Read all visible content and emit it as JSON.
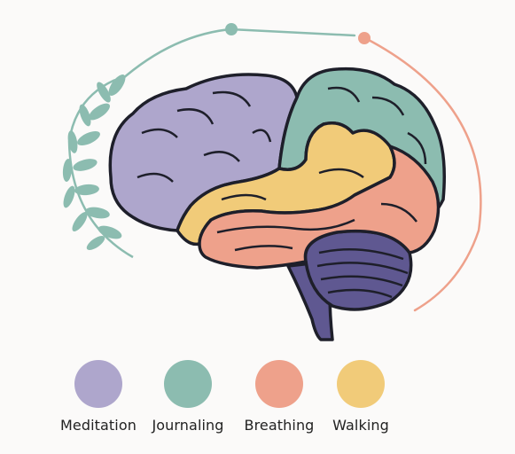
{
  "colors": {
    "meditation": "#aea6cc",
    "journaling": "#8cbcb0",
    "breathing": "#eea18b",
    "walking": "#f1cb79",
    "brainstem": "#5f5891",
    "outline": "#1e1f2a",
    "teal_arc": "#8cbcb0",
    "coral_arc": "#eea18b",
    "laurel": "#8cbcb0"
  },
  "legend": {
    "items": [
      {
        "key": "meditation",
        "label": "Meditation",
        "icon": "circle-swatch"
      },
      {
        "key": "journaling",
        "label": "Journaling",
        "icon": "circle-swatch"
      },
      {
        "key": "breathing",
        "label": "Breathing",
        "icon": "circle-swatch"
      },
      {
        "key": "walking",
        "label": "Walking",
        "icon": "circle-swatch"
      }
    ]
  }
}
